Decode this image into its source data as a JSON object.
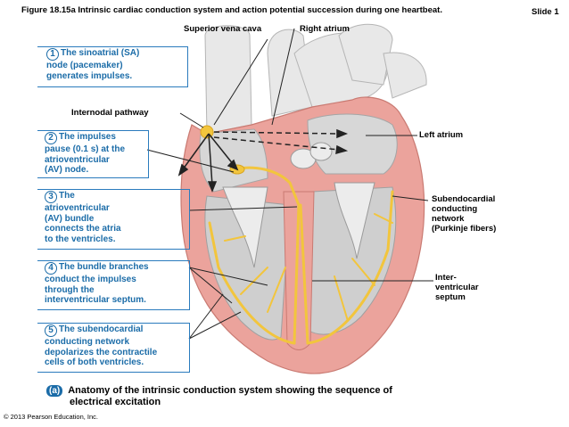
{
  "figure_title": "Figure 18.15a Intrinsic cardiac conduction system and action potential succession during one heartbeat.",
  "slide_label": "Slide 1",
  "labels": {
    "svc": "Superior vena cava",
    "right_atrium": "Right atrium",
    "internodal": "Internodal pathway",
    "left_atrium": "Left atrium",
    "subendo_1": "Subendocardial",
    "subendo_2": "conducting",
    "subendo_3": "network",
    "subendo_4": "(Purkinje fibers)",
    "inter_1": "Inter-",
    "inter_2": "ventricular",
    "inter_3": "septum"
  },
  "steps": [
    {
      "num": "1",
      "lines": [
        "The sinoatrial (SA)",
        "node (pacemaker)",
        "generates impulses."
      ]
    },
    {
      "num": "2",
      "lines": [
        "The impulses",
        "pause (0.1 s) at the",
        "atrioventricular",
        "(AV) node."
      ]
    },
    {
      "num": "3",
      "lines": [
        "The",
        "atrioventricular",
        "(AV) bundle",
        "connects the atria",
        "to the ventricles."
      ]
    },
    {
      "num": "4",
      "lines": [
        "The bundle branches",
        "conduct the impulses",
        "through the",
        "interventricular septum."
      ]
    },
    {
      "num": "5",
      "lines": [
        "The subendocardial",
        "conducting network",
        "depolarizes the contractile",
        "cells of both ventricles."
      ]
    }
  ],
  "caption": {
    "tag": "(a)",
    "line1": "Anatomy of the intrinsic conduction system showing the sequence of",
    "line2": "electrical excitation"
  },
  "copyright": "© 2013 Pearson Education, Inc.",
  "colors": {
    "text_blue": "#1b6ca8",
    "myocardium": "#eba39c",
    "myocardium_dark": "#d9827b",
    "cavity": "#d7d7d7",
    "vessel": "#e6e6e6",
    "conduction": "#f2c53d",
    "conduction_dark": "#d9a520"
  }
}
